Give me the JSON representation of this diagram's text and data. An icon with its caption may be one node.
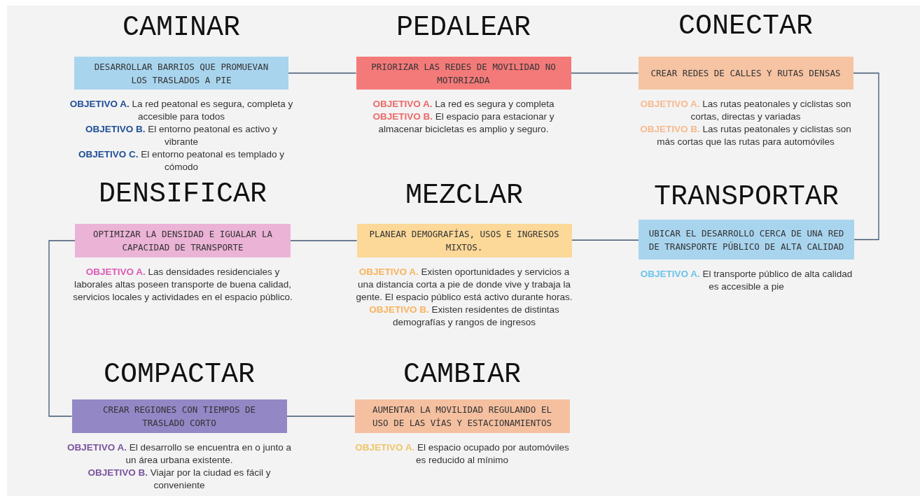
{
  "diagram": {
    "nodes": [
      {
        "text": [
          "CAMINAR",
          "DESARROLLAR BARRIOS QUE PROMUEVAN LOS TRASLADOS A PIE"
        ],
        "beside": [
          "**OBJETIVO A.** La red peatonal es segura, completa y accesible para todos",
          "**OBJETIVO B.**  El entorno peatonal es activo y vibrante",
          "**OBJETIVO C.** El entorno peatonal es templado y cómodo"
        ]
      },
      {
        "text": [
          "PEDALEAR",
          "PRIORIZAR LAS REDES DE MOVILIDAD NO MOTORIZADA"
        ],
        "beside": [
          "**OBJETIVO A.** La red es segura y completa",
          "**OBJETIVO B.** El espacio para estacionar y almacenar bicicletas es amplio y seguro."
        ]
      },
      {
        "text": [
          "CONECTAR",
          "CREAR REDES DE CALLES Y RUTAS DENSAS"
        ],
        "beside": [
          "**OBJETIVO A.** Las rutas peatonales y ciclistas son cortas, directas y variadas",
          "**OBJETIVO B.** Las rutas peatonales y ciclistas son más cortas que las rutas para automóviles"
        ]
      },
      {
        "text": [
          "DENSIFICAR",
          "OPTIMIZAR LA DENSIDAD E IGUALAR LA CAPACIDAD DE TRANSPORTE"
        ],
        "beside": [
          "**OBJETIVO A.** Las densidades residenciales y laborales altas poseen transporte de buena calidad, servicios locales y actividades en el espacio público."
        ]
      },
      {
        "text": [
          "MEZCLAR",
          "PLANEAR DEMOGRAFÍAS, USOS E INGRESOS MIXTOS."
        ],
        "beside": [
          "**OBJETIVO A.** Existen oportunidades y servicios a una distancia corta a pie de donde vive y trabaja la gente. El espacio público está activo durante horas.",
          "**OBJETIVO B.** Existen residentes de distintas demografías y rangos de ingresos"
        ]
      },
      {
        "text": [
          "TRANSPORTAR",
          "UBICAR EL DESARROLLO CERCA DE UNA RED DE TRANSPORTE PÚBLICO DE ALTA CALIDAD"
        ],
        "beside": [
          "**OBJETIVO A.** El transporte público de alta calidad es accesible a pie"
        ]
      },
      {
        "text": [
          "COMPACTAR",
          "CREAR REGIONES CON TIEMPOS DE TRASLADO CORTO"
        ],
        "beside": [
          "**OBJETIVO A.** El desarrollo se encuentra en o junto a un área urbana existente.",
          "**OBJETIVO B.**  Viajar por la ciudad es fácil y conveniente"
        ]
      },
      {
        "text": [
          "CAMBIAR",
          "AUMENTAR LA MOVILIDAD REGULANDO EL USO DE LAS VÍAS Y ESTACIONAMIENTOS"
        ],
        "beside": [
          "**OBJETIVO A.** El espacio ocupado por automóviles es reducido al mínimo"
        ]
      }
    ],
    "edges": [
      {
        "from": 0,
        "to": 1,
        "arrow": "none"
      },
      {
        "from": 1,
        "to": 2,
        "arrow": "none"
      },
      {
        "from": 2,
        "to": 5,
        "arrow": "none"
      },
      {
        "from": 5,
        "to": 4,
        "arrow": "none"
      },
      {
        "from": 4,
        "to": 3,
        "arrow": "none"
      },
      {
        "from": 3,
        "to": 6,
        "arrow": "none"
      },
      {
        "from": 6,
        "to": 7,
        "arrow": "none"
      }
    ]
  }
}
